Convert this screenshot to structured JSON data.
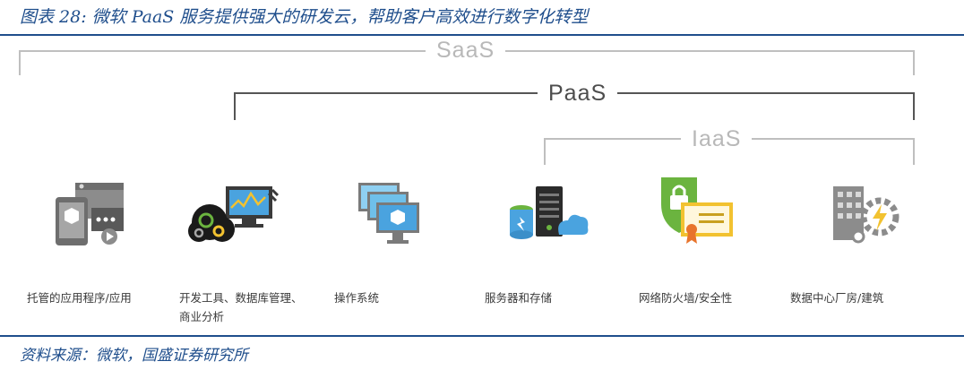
{
  "figure": {
    "title": "图表 28:  微软 PaaS 服务提供强大的研发云，帮助客户高效进行数字化转型",
    "source": "资料来源：微软，国盛证券研究所"
  },
  "tiers": [
    {
      "label": "SaaS",
      "color": "#b8b8b8"
    },
    {
      "label": "PaaS",
      "color": "#4d4d4d"
    },
    {
      "label": "IaaS",
      "color": "#b8b8b8"
    }
  ],
  "items": [
    {
      "icon": "hosted-app-icon",
      "lines": [
        "托管的应用程序/应用"
      ]
    },
    {
      "icon": "dev-tools-icon",
      "lines": [
        "开发工具、数据库管理、",
        "商业分析"
      ]
    },
    {
      "icon": "os-icon",
      "lines": [
        "操作系统"
      ]
    },
    {
      "icon": "server-storage-icon",
      "lines": [
        "服务器和存储"
      ]
    },
    {
      "icon": "firewall-security-icon",
      "lines": [
        "网络防火墙/安全性"
      ]
    },
    {
      "icon": "datacenter-building-icon",
      "lines": [
        "数据中心厂房/建筑"
      ]
    }
  ],
  "colors": {
    "accent_blue": "#1f4e8c",
    "icon_gray": "#7a7a7a",
    "icon_blue": "#4aa3df",
    "icon_green": "#6bb43f",
    "icon_yellow": "#f2c230"
  }
}
